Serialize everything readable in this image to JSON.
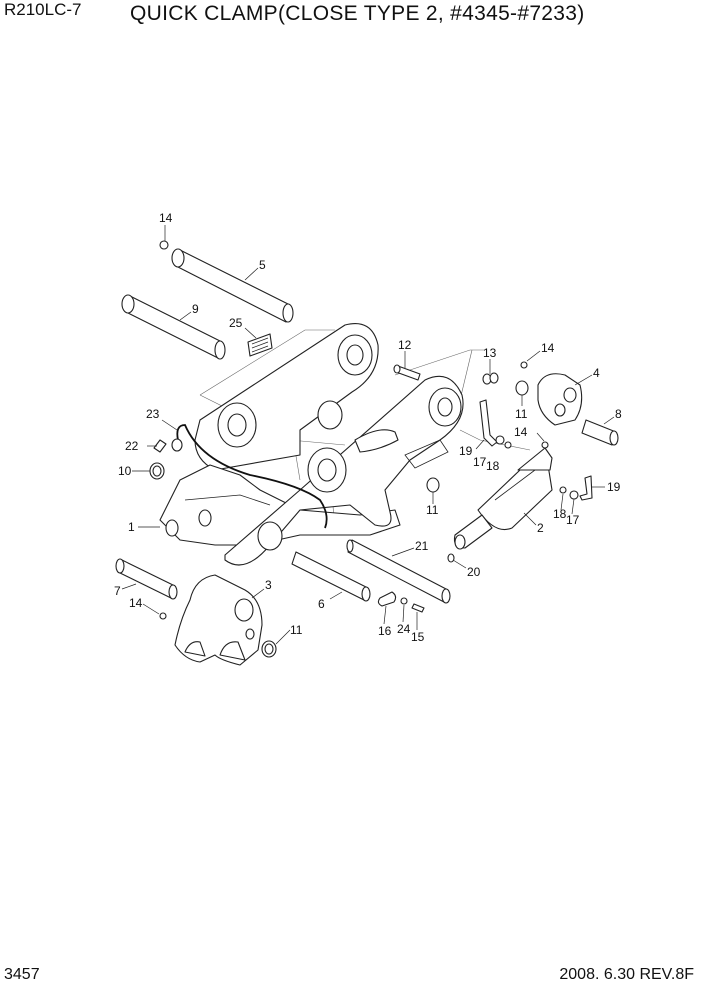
{
  "header": {
    "model": "R210LC-7",
    "title": "QUICK CLAMP(CLOSE TYPE 2, #4345-#7233)"
  },
  "footer": {
    "page_number": "3457",
    "revision": "2008. 6.30  REV.8F"
  },
  "callouts": [
    {
      "id": "c14a",
      "label": "14"
    },
    {
      "id": "c5",
      "label": "5"
    },
    {
      "id": "c9",
      "label": "9"
    },
    {
      "id": "c25",
      "label": "25"
    },
    {
      "id": "c12",
      "label": "12"
    },
    {
      "id": "c13",
      "label": "13"
    },
    {
      "id": "c14b",
      "label": "14"
    },
    {
      "id": "c4",
      "label": "4"
    },
    {
      "id": "c11a",
      "label": "11"
    },
    {
      "id": "c8",
      "label": "8"
    },
    {
      "id": "c23",
      "label": "23"
    },
    {
      "id": "c22",
      "label": "22"
    },
    {
      "id": "c10",
      "label": "10"
    },
    {
      "id": "c19a",
      "label": "19"
    },
    {
      "id": "c17a",
      "label": "17"
    },
    {
      "id": "c18a",
      "label": "18"
    },
    {
      "id": "c14c",
      "label": "14"
    },
    {
      "id": "c11b",
      "label": "11"
    },
    {
      "id": "c19b",
      "label": "19"
    },
    {
      "id": "c18b",
      "label": "18"
    },
    {
      "id": "c17b",
      "label": "17"
    },
    {
      "id": "c1",
      "label": "1"
    },
    {
      "id": "c2",
      "label": "2"
    },
    {
      "id": "c21",
      "label": "21"
    },
    {
      "id": "c20",
      "label": "20"
    },
    {
      "id": "c3",
      "label": "3"
    },
    {
      "id": "c7",
      "label": "7"
    },
    {
      "id": "c6",
      "label": "6"
    },
    {
      "id": "c14d",
      "label": "14"
    },
    {
      "id": "c16",
      "label": "16"
    },
    {
      "id": "c24",
      "label": "24"
    },
    {
      "id": "c15",
      "label": "15"
    },
    {
      "id": "c11c",
      "label": "11"
    }
  ]
}
